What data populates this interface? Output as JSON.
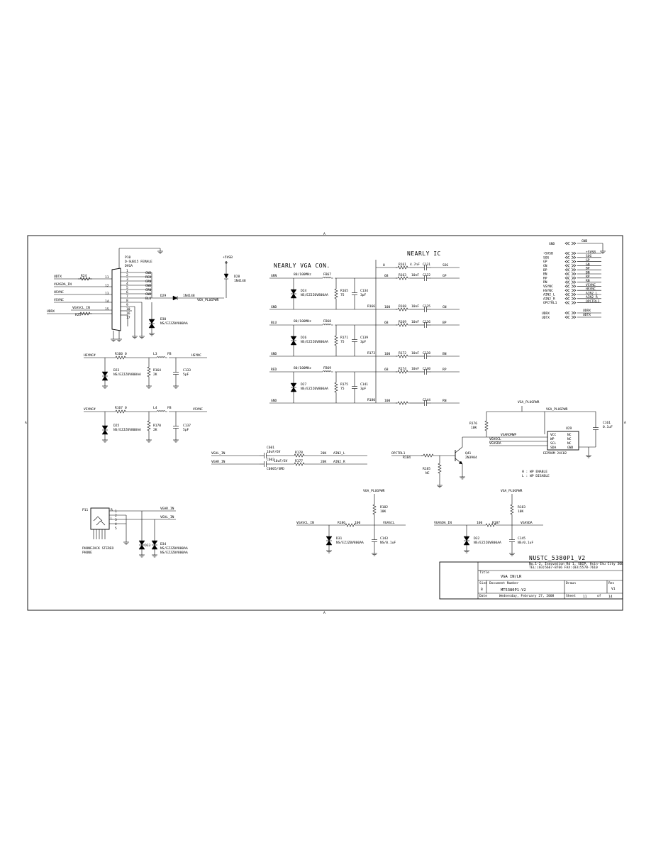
{
  "sheet": {
    "border_marks": [
      "A",
      "A",
      "A",
      "A"
    ],
    "section_labels": {
      "nearly_vga": "NEARLY VGA CON.",
      "nearly_ic": "NEARLY IC"
    },
    "gnd": "GND",
    "gnd_label": "GND",
    "plus5vsb": "+5VSB",
    "notes": [
      "H : WP ENABLE",
      "L : WP DISABLE"
    ]
  },
  "connector": {
    "ref": "P10",
    "type": "D-SUB15 FEMALE",
    "footprint": "DVGA",
    "pin_nets": [
      "GND",
      "RED",
      "GRN",
      "GND",
      "GRN",
      "GND",
      "BLU"
    ],
    "pin_numbers": [
      "1",
      "2",
      "3",
      "4",
      "5",
      "6",
      "7",
      "8",
      "9",
      "10",
      "11",
      "12",
      "13",
      "14",
      "15",
      "16",
      "17"
    ],
    "left_nets": [
      "UDTX",
      "VGASDA_IN",
      "HSYNC",
      "VSYNC",
      "VGASCL_IN",
      "UDRX"
    ],
    "left_parts": [
      "R24",
      "R25"
    ]
  },
  "diodes": {
    "d28": {
      "ref": "D28",
      "value": "1N4148"
    },
    "d29": {
      "ref": "D29",
      "value": "1N4148"
    },
    "d29_net": "VGA_PLUGPWR",
    "d30": {
      "ref": "D30",
      "value": "NS/EZJZ0V800AA"
    },
    "d23": {
      "ref": "D23",
      "value": "NS/EZJZ0V800AA"
    },
    "d25": {
      "ref": "D25",
      "value": "NS/EZJZ0V800AA"
    },
    "d24": {
      "ref": "D24",
      "value": "NS/EZJZ0V800AA"
    },
    "d26": {
      "ref": "D26",
      "value": "NS/EZJZ0V800AA"
    },
    "d27": {
      "ref": "D27",
      "value": "NS/EZJZ0V800AA"
    },
    "d31": {
      "ref": "D31",
      "value": "NS/EZJZ0V800AA"
    },
    "d32": {
      "ref": "D32",
      "value": "NS/EZJZ0V800AA"
    },
    "d33": {
      "ref": "D33",
      "value": ""
    },
    "d34": {
      "ref": "D34",
      "value": "NS/EZJZ0V800AA"
    },
    "d33_value2": "NS/EZJZ0V800AA"
  },
  "sync": {
    "hsync_in": "HSYNC#",
    "hsync_out": "HSYNC",
    "vsync_in": "VSYNC#",
    "vsync_out": "VSYNC",
    "r160": "R160",
    "r160_val": "0",
    "l3": "L3",
    "fb": "FB",
    "r164": "R164",
    "r164_val": "2K",
    "c133": "C133",
    "c133_val": "5pF",
    "r167": "R167",
    "r167_val": "0",
    "l4": "L4",
    "r170": "R170",
    "r170_val": "2K",
    "c137": "C137",
    "c137_val": "5pF"
  },
  "rgb": {
    "grn_in": "GRN",
    "blu_in": "BLU",
    "red_in": "RED",
    "gnd_net": "GND",
    "bead_val": "80/100MHz",
    "fb67": "FB67",
    "fb68": "FB68",
    "fb69": "FB69",
    "r165": "R165",
    "r171": "R171",
    "r175": "R175",
    "r_val": "75",
    "c134": "C134",
    "c139": "C139",
    "c141": "C141",
    "c_val": "3pF",
    "r161": "R161",
    "r161_val": "4.7nF",
    "r161_zero": "0",
    "small_r_val": "68",
    "small_r_val2": "100",
    "r163": "R163",
    "r169": "R169",
    "r172": "R172",
    "r174": "R174",
    "r166": "R166",
    "r173": "R173",
    "r168": "R168",
    "r180": "R180",
    "cap_val": "10nF",
    "c131": "C131",
    "c132": "C132",
    "c135": "C135",
    "c136": "C136",
    "c138": "C138",
    "c140": "C140",
    "c144": "C144",
    "out_nets": [
      "SOG",
      "GP",
      "GN",
      "BP",
      "BN",
      "RP",
      "RN"
    ]
  },
  "audio": {
    "vgal_in": "VGAL_IN",
    "vgar_in": "VGAR_IN",
    "c601": "C601",
    "c601_val": "10uF/6V",
    "c602": "C602",
    "c602_val": "10uF/6V",
    "c603": "C603",
    "c603_val": "C0805/SMD",
    "r178": "R178",
    "r177": "R177",
    "r_val": "20K",
    "ain2_l": "AIN2_L",
    "ain2_r": "AIN2_R"
  },
  "eeprom": {
    "net_pwr": "VGA_PLUGPWR",
    "r176": "R176",
    "r176_val": "10K",
    "c161": "C161",
    "c161_val": "0.1uF",
    "u29": "U29",
    "part": "EEPROM 24C02",
    "pins_left": [
      "VCC",
      "WP",
      "SCL",
      "SDA"
    ],
    "pins_right": [
      "NC",
      "NC",
      "NC",
      "GND"
    ],
    "nets_left": [
      "VGAROMWP",
      "VGASCL",
      "VGASDA"
    ],
    "qctrl": "OPCTRL1",
    "r184": "R184",
    "r185": "R185",
    "r185_val": "NC",
    "q41": "Q41",
    "q41_val": "2N3904"
  },
  "i2c": {
    "pwr1": "VGA_PLUGPWR",
    "pwr2": "VGA_PLUGPWR",
    "r182": "R182",
    "r183": "R183",
    "pullup_val": "10K",
    "scl_in": "VGASCL_IN",
    "scl_out": "VGASCL",
    "sda_in": "VGASDA_IN",
    "sda_out": "VGASDA",
    "r186": "R186",
    "r187": "R187",
    "ser_val": "100",
    "c143": "C143",
    "c145": "C145",
    "c_val": "NS/0.1uF",
    "c145_val": "NS/0.1uF"
  },
  "phonejack": {
    "ref": "P11",
    "label1": "PHONEJACK STEREO",
    "label2": "PHONE",
    "pins": [
      "1",
      "2",
      "3",
      "4",
      "5"
    ],
    "net_r": "VGAR_IN",
    "net_l": "VGAL_IN",
    "pin_letters": [
      "R",
      "L"
    ]
  },
  "offpage": {
    "items": [
      "GND",
      "+5VSB",
      "SOG",
      "GP",
      "GN",
      "BP",
      "BN",
      "RP",
      "RN",
      "VSYNC",
      "HSYNC",
      "AIN2_L",
      "AIN2_R",
      "OPCTRL1"
    ],
    "targets": [
      "GND",
      "+5VSB",
      "SOG",
      "GP",
      "GN",
      "BP",
      "BN",
      "RP",
      "RN",
      "VSYNC",
      "HSYNC",
      "AIN2_L",
      "AIN2_R",
      "OPCTRL1"
    ],
    "uart": [
      "UDRX",
      "UDTX"
    ]
  },
  "title_block": {
    "project": "NUSTC_5380P1_V2",
    "address1": "No.1-2, Innovation Rd 1, SBIP, Hsin-Chu City 300",
    "address2": "TEL:(03)5667-8766   FAX:(03)5578-7610",
    "title_label": "Title",
    "title": "VGA IN/LR",
    "size_label": "Size",
    "size": "B",
    "docnum_label": "Document Number",
    "docnum": "MT5380P1-V2",
    "drawn_label": "Drawn",
    "rev_label": "Rev",
    "rev": "V1",
    "date_label": "Date",
    "date": "Wednesday, February 27, 2008",
    "sheet_label": "Sheet",
    "sheet_no": "11",
    "of_label": "of",
    "sheet_total": "14"
  }
}
